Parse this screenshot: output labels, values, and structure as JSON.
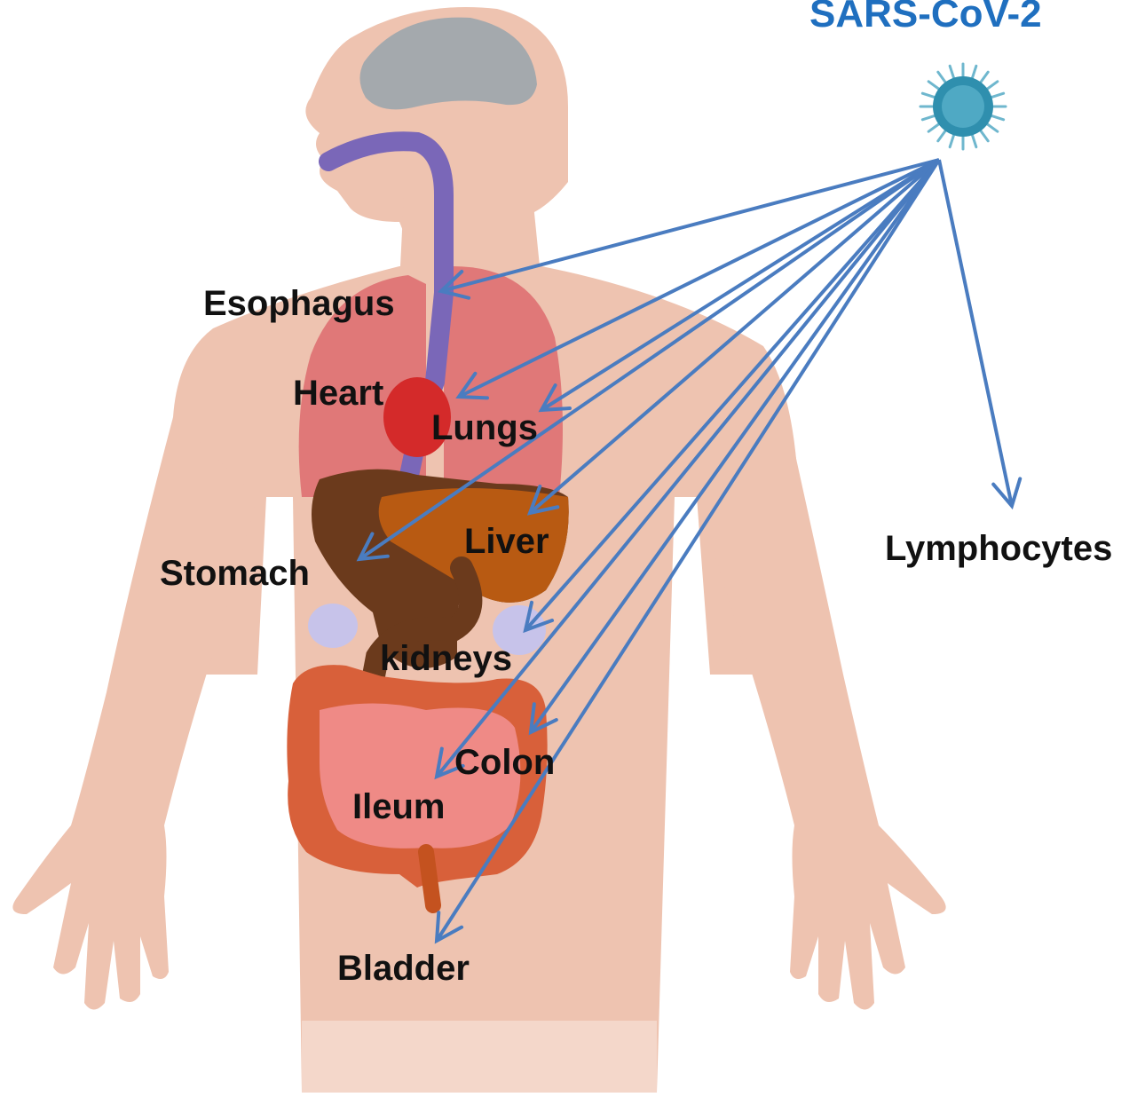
{
  "virus": {
    "title": "SARS-CoV-2",
    "title_color": "#1f6fbf",
    "icon": "virus-icon"
  },
  "organs": {
    "esophagus": "Esophagus",
    "heart": "Heart",
    "lungs": "Lungs",
    "stomach": "Stomach",
    "liver": "Liver",
    "kidneys": "kidneys",
    "colon": "Colon",
    "ileum": "Ileum",
    "bladder": "Bladder",
    "lymphocytes": "Lymphocytes"
  },
  "colors": {
    "arrow": "#4a7cc0",
    "skin": "#eec3b0",
    "brain": "#a4a9ad",
    "lungs": "#e07878",
    "heart": "#d42a2a",
    "esophagus": "#7a67b8",
    "liver": "#b85a12",
    "stomach": "#6b3a1c",
    "kidney": "#c7c3ea",
    "intestine": "#d8603a"
  }
}
